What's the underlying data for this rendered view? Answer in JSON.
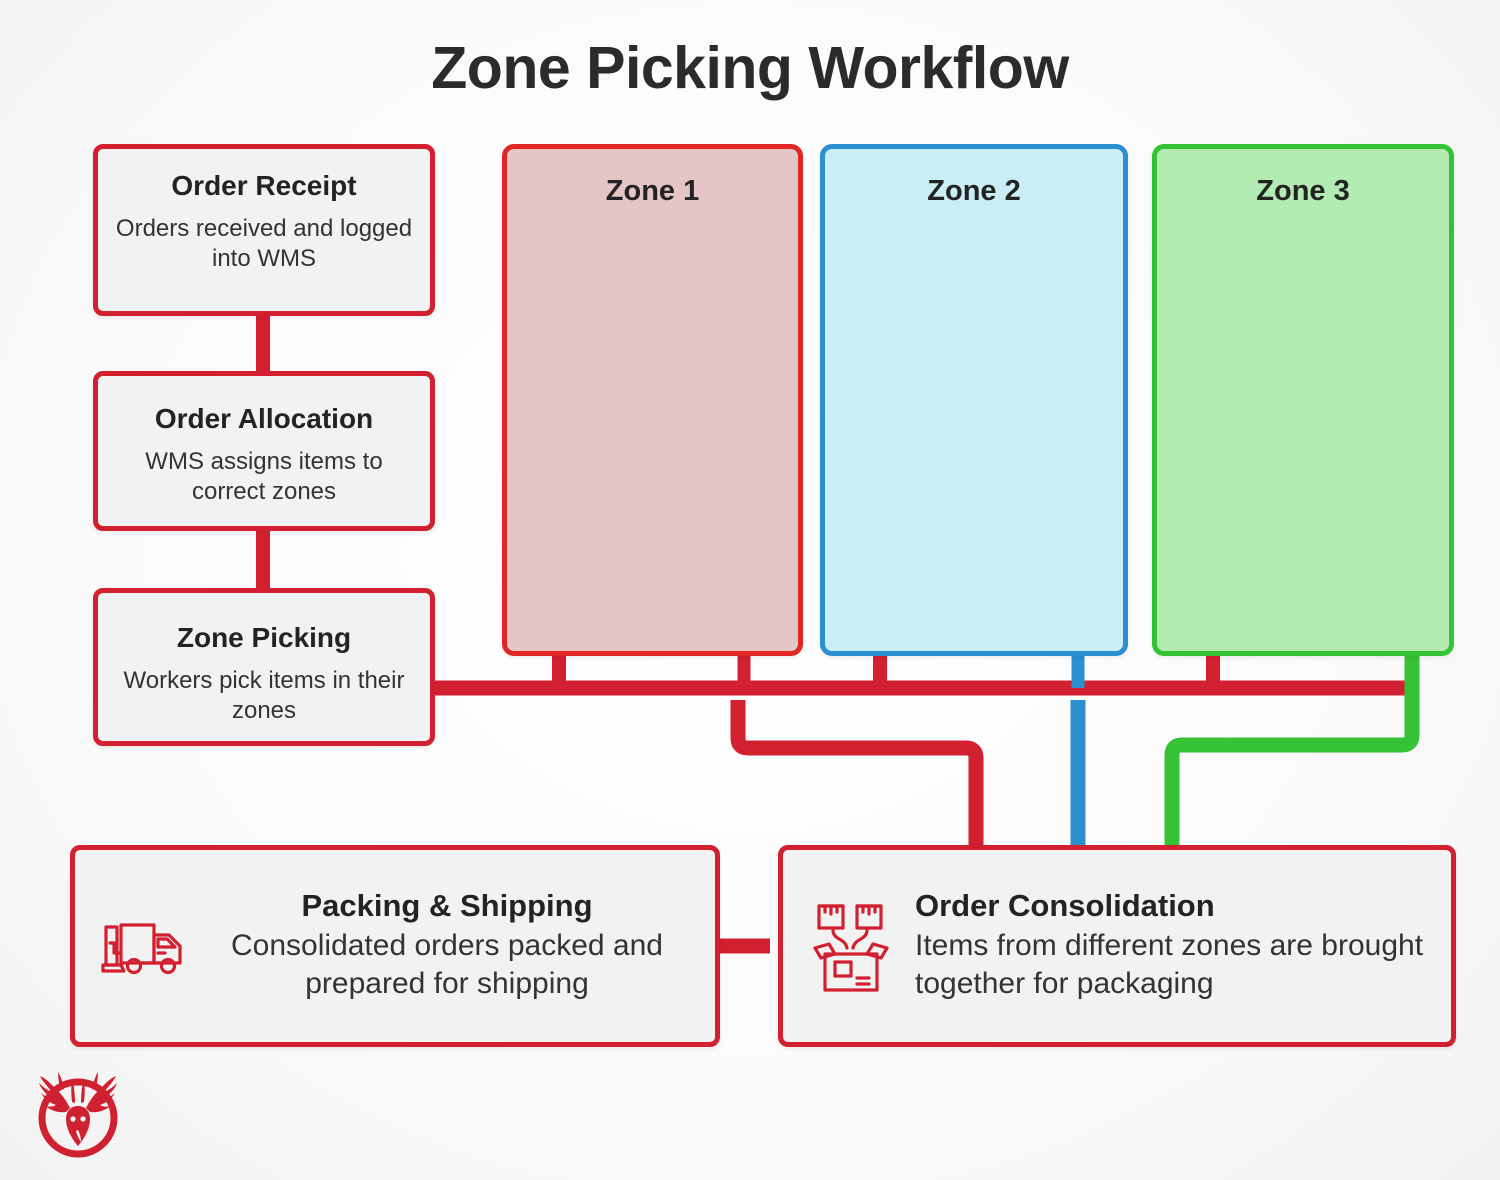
{
  "page": {
    "title": "Zone Picking Workflow",
    "background": "#ffffff"
  },
  "colors": {
    "red": "#d32030",
    "red_bright": "#e02626",
    "blue": "#2b8fd0",
    "green": "#35c335",
    "zone1_fill": "#e5c5c6",
    "zone2_fill": "#caeef6",
    "zone3_fill": "#b3ecb3",
    "box_fill": "#f2f2f2",
    "text_dark": "#232323"
  },
  "steps": [
    {
      "id": "order-receipt",
      "heading": "Order Receipt",
      "body": "Orders received and logged into WMS"
    },
    {
      "id": "order-allocation",
      "heading": "Order Allocation",
      "body": "WMS assigns items to correct zones"
    },
    {
      "id": "zone-picking",
      "heading": "Zone Picking",
      "body": "Workers pick items in their zones"
    }
  ],
  "zones": [
    {
      "id": "zone-1",
      "label": "Zone 1",
      "border": "#e02626",
      "fill": "#e5c5c6"
    },
    {
      "id": "zone-2",
      "label": "Zone 2",
      "border": "#2b8fd0",
      "fill": "#caeef6"
    },
    {
      "id": "zone-3",
      "label": "Zone 3",
      "border": "#35c335",
      "fill": "#b3ecb3"
    }
  ],
  "bottom": {
    "packing": {
      "heading": "Packing & Shipping",
      "body": "Consolidated orders packed and prepared for shipping",
      "icon": "delivery-truck-icon"
    },
    "consolidation": {
      "heading": "Order Consolidation",
      "body": "Items from different zones are brought together for packaging",
      "icon": "open-box-packages-icon"
    }
  },
  "logo": {
    "name": "stag-head-logo",
    "color": "#cf2130"
  },
  "connectors": [
    {
      "from": "order-receipt",
      "to": "order-allocation",
      "color": "#d32030"
    },
    {
      "from": "order-allocation",
      "to": "zone-picking",
      "color": "#d32030"
    },
    {
      "from": "zone-picking",
      "to": "zone-1",
      "color": "#d32030"
    },
    {
      "from": "zone-picking",
      "to": "zone-2",
      "color": "#d32030"
    },
    {
      "from": "zone-picking",
      "to": "zone-3",
      "color": "#d32030"
    },
    {
      "from": "zone-1",
      "to": "order-consolidation",
      "color": "#d32030"
    },
    {
      "from": "zone-2",
      "to": "order-consolidation",
      "color": "#2b8fd0"
    },
    {
      "from": "zone-3",
      "to": "order-consolidation",
      "color": "#35c335"
    },
    {
      "from": "order-consolidation",
      "to": "packing-shipping",
      "color": "#d32030"
    }
  ]
}
